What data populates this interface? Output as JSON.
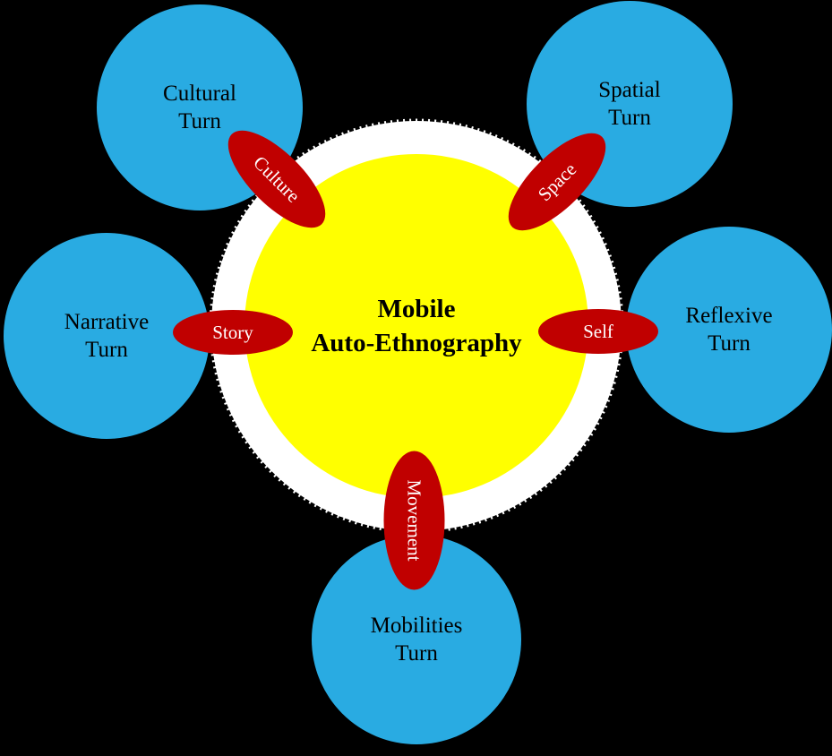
{
  "colors": {
    "background": "#000000",
    "node_blue": "#29ABE2",
    "link_red": "#C00000",
    "center_yellow": "#FFFF00",
    "ring_white": "#FFFFFF",
    "node_text": "#000000",
    "link_text": "#FFFFFF",
    "title_text": "#000000"
  },
  "center": {
    "title": "Mobile\nAuto-Ethnography"
  },
  "nodes": [
    {
      "id": "cultural-turn",
      "label": "Cultural\nTurn"
    },
    {
      "id": "spatial-turn",
      "label": "Spatial\nTurn"
    },
    {
      "id": "narrative-turn",
      "label": "Narrative\nTurn"
    },
    {
      "id": "reflexive-turn",
      "label": "Reflexive\nTurn"
    },
    {
      "id": "mobilities-turn",
      "label": "Mobilities\nTurn"
    }
  ],
  "links": [
    {
      "id": "culture",
      "label": "Culture",
      "connects": "Cultural Turn"
    },
    {
      "id": "space",
      "label": "Space",
      "connects": "Spatial Turn"
    },
    {
      "id": "story",
      "label": "Story",
      "connects": "Narrative Turn"
    },
    {
      "id": "self",
      "label": "Self",
      "connects": "Reflexive Turn"
    },
    {
      "id": "movement",
      "label": "Movement",
      "connects": "Mobilities Turn"
    }
  ]
}
